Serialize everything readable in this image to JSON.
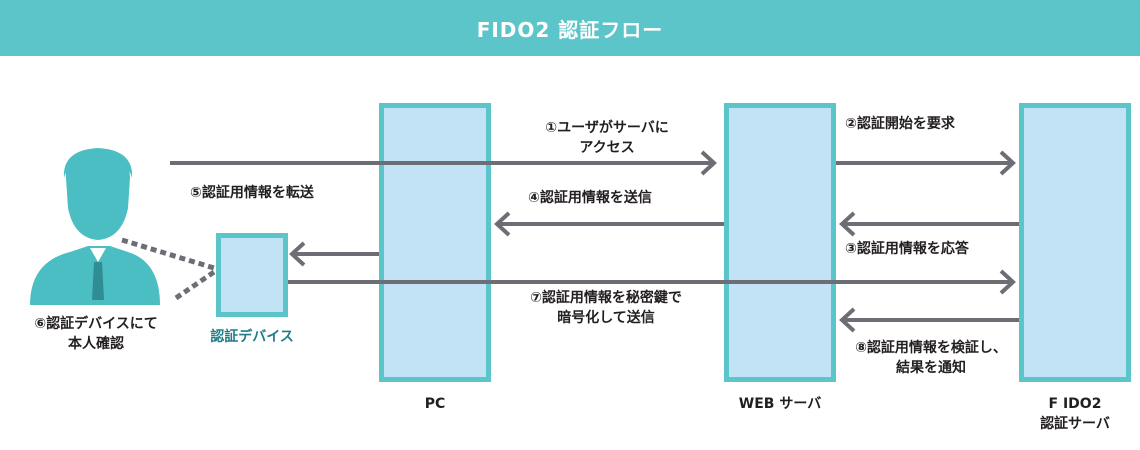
{
  "title": "FIDO2 認証フロー",
  "nodes": {
    "pc": "PC",
    "web_server": "WEB サーバ",
    "fido2_server": "F IDO2\n認証サーバ",
    "auth_device": "認証デバイス"
  },
  "steps": {
    "s1": "①ユーザがサーバに\nアクセス",
    "s2": "②認証開始を要求",
    "s3": "③認証用情報を応答",
    "s4": "④認証用情報を送信",
    "s5": "⑤認証用情報を転送",
    "s6": "⑥認証デバイスにて\n本人確認",
    "s7": "⑦認証用情報を秘密鍵で\n暗号化して送信",
    "s8": "⑧認証用情報を検証し、\n結果を通知"
  },
  "icons": {
    "user": "user-icon"
  },
  "colors": {
    "header": "#5bc5c9",
    "box_fill": "#c2e3f6",
    "arrow": "#6d6e75",
    "device_label": "#1f7d86"
  }
}
